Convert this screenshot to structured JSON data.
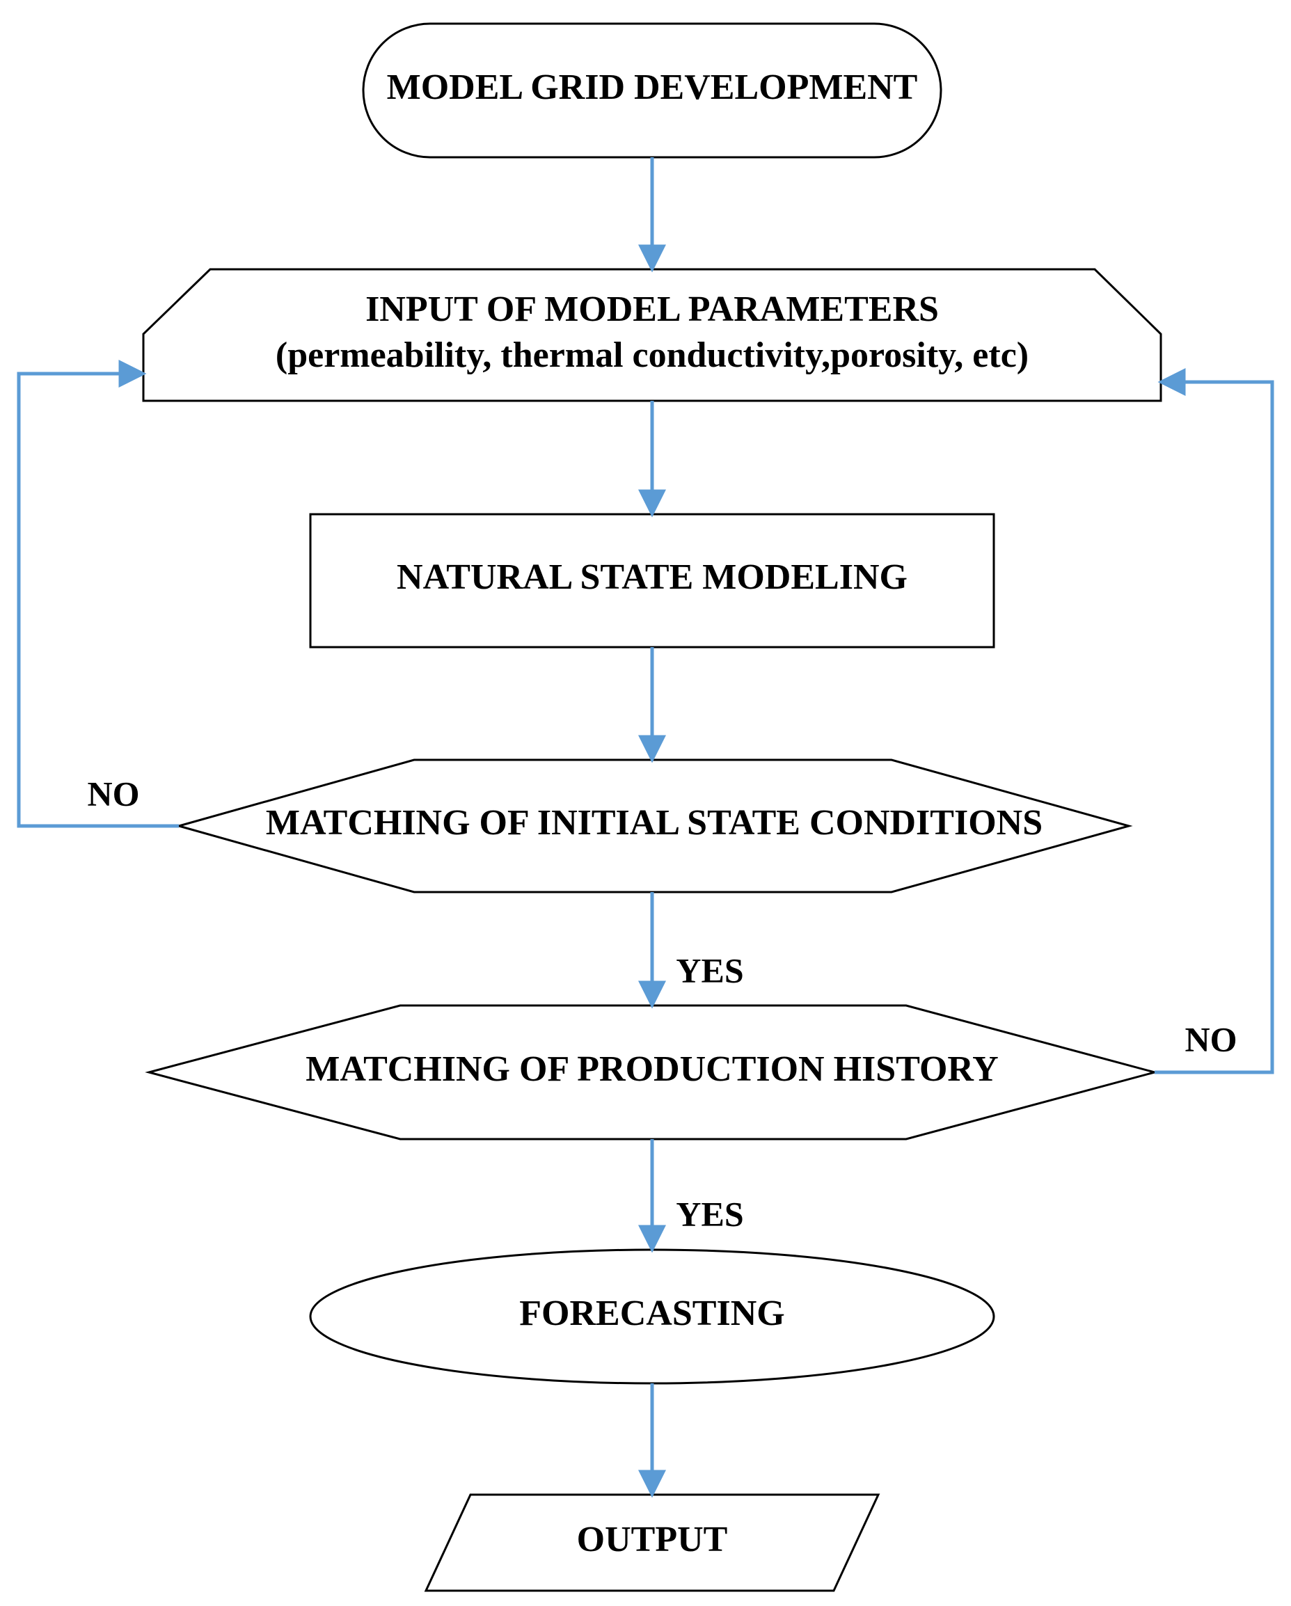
{
  "nodes": {
    "model_grid": {
      "label": "MODEL GRID DEVELOPMENT"
    },
    "input_params": {
      "label": "INPUT OF MODEL PARAMETERS",
      "sublabel": "(permeability, thermal conductivity,porosity, etc)"
    },
    "natural_state": {
      "label": "NATURAL STATE MODELING"
    },
    "match_initial": {
      "label": "MATCHING OF INITIAL STATE CONDITIONS"
    },
    "match_production": {
      "label": "MATCHING OF PRODUCTION HISTORY"
    },
    "forecasting": {
      "label": "FORECASTING"
    },
    "output": {
      "label": "OUTPUT"
    }
  },
  "edges": {
    "initial_no": "NO",
    "initial_yes": "YES",
    "production_no": "NO",
    "production_yes": "YES"
  },
  "colors": {
    "connector": "#5b9bd5",
    "shape_stroke": "#000000",
    "text": "#000000"
  }
}
